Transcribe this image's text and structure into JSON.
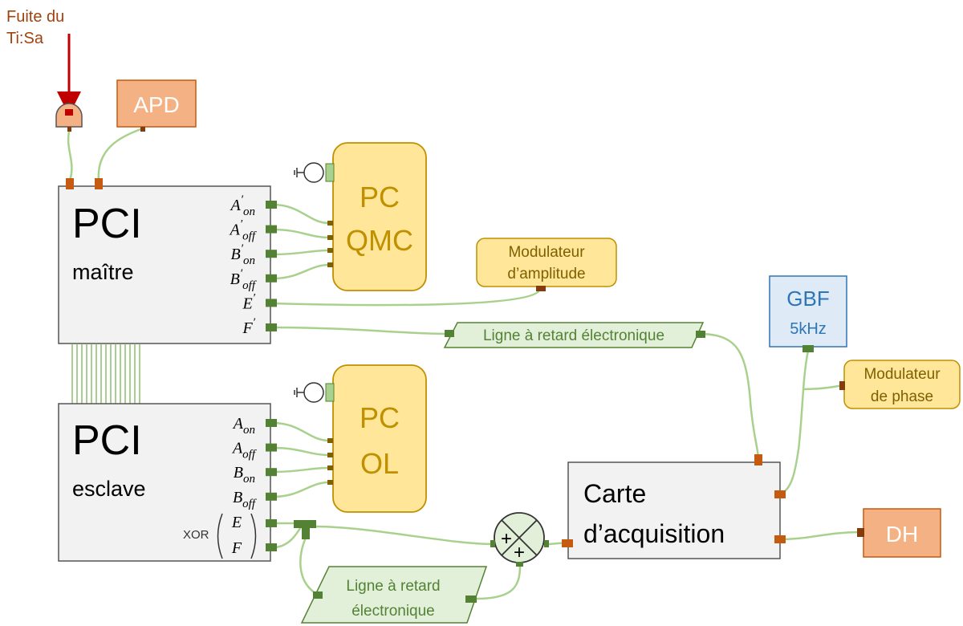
{
  "source": {
    "label_line1": "Fuite du",
    "label_line2": "Ti:Sa"
  },
  "apd": {
    "label": "APD"
  },
  "pci_master": {
    "title": "PCI",
    "subtitle": "maître",
    "ports": [
      {
        "base": "A",
        "prime": "′",
        "sub": "on"
      },
      {
        "base": "A",
        "prime": "′",
        "sub": "off"
      },
      {
        "base": "B",
        "prime": "′",
        "sub": "on"
      },
      {
        "base": "B",
        "prime": "′",
        "sub": "off"
      },
      {
        "base": "E",
        "prime": "′",
        "sub": ""
      },
      {
        "base": "F",
        "prime": "′",
        "sub": ""
      }
    ]
  },
  "pci_slave": {
    "title": "PCI",
    "subtitle": "esclave",
    "ports": [
      {
        "base": "A",
        "prime": "",
        "sub": "on"
      },
      {
        "base": "A",
        "prime": "",
        "sub": "off"
      },
      {
        "base": "B",
        "prime": "",
        "sub": "on"
      },
      {
        "base": "B",
        "prime": "",
        "sub": "off"
      }
    ],
    "xor_label": "XOR",
    "xor_e": "E",
    "xor_f": "F"
  },
  "pc_qmc": {
    "line1": "PC",
    "line2": "QMC"
  },
  "pc_ol": {
    "line1": "PC",
    "line2": "OL"
  },
  "amp_mod": {
    "line1": "Modulateur",
    "line2": "d’amplitude"
  },
  "delay_line_top": {
    "label": "Ligne à retard électronique"
  },
  "delay_line_bottom": {
    "line1": "Ligne à retard",
    "line2": "électronique"
  },
  "gbf": {
    "line1": "GBF",
    "line2": "5kHz"
  },
  "phase_mod": {
    "line1": "Modulateur",
    "line2": "de phase"
  },
  "acq_card": {
    "line1": "Carte",
    "line2": "d’acquisition"
  },
  "dh": {
    "label": "DH"
  },
  "mixer": {
    "sign1": "+",
    "sign2": "+"
  },
  "colors": {
    "orange_fill": "#F4B183",
    "orange_dark": "#C55A11",
    "yellow_fill": "#FFE699",
    "yellow_border": "#BF9000",
    "green_fill": "#E2F0D9",
    "green_dark": "#548235",
    "blue": "#2E75B6",
    "gray_fill": "#F2F2F2",
    "wire": "#A9D18E",
    "source_red": "#C00000",
    "label_brown": "#A0430E"
  }
}
